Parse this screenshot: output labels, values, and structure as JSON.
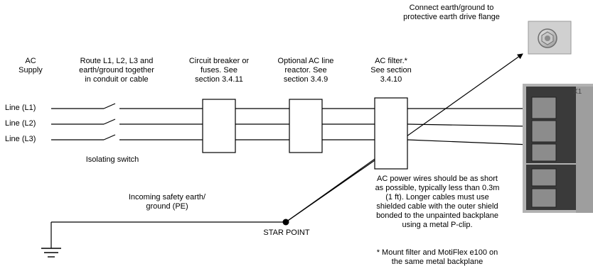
{
  "supply": {
    "line1": "AC",
    "line2": "Supply"
  },
  "lines": [
    "Line (L1)",
    "Line (L2)",
    "Line (L3)"
  ],
  "route_note": [
    "Route L1, L2, L3 and",
    "earth/ground together",
    "in conduit or cable"
  ],
  "breaker_note": [
    "Circuit breaker or",
    "fuses. See",
    "section 3.4.11"
  ],
  "reactor_note": [
    "Optional AC line",
    "reactor. See",
    "section 3.4.9"
  ],
  "filter_note": [
    "AC filter.*",
    "See section",
    "3.4.10"
  ],
  "earth_connect_note": [
    "Connect earth/ground to",
    "protective earth drive flange"
  ],
  "isolating_switch": "Isolating switch",
  "pe_note": [
    "Incoming safety earth/",
    "ground (PE)"
  ],
  "star_point": "STAR POINT",
  "power_wire_note": [
    "AC power wires should be as short",
    "as possible, typically less than 0.3m",
    "(1 ft). Longer cables must use",
    "shielded cable with the outer shield",
    "bonded to the unpainted backplane",
    "using a metal P-clip."
  ],
  "footnote": [
    "* Mount filter and MotiFlex e100 on",
    "the same metal backplane"
  ],
  "connector_marking": "X1"
}
